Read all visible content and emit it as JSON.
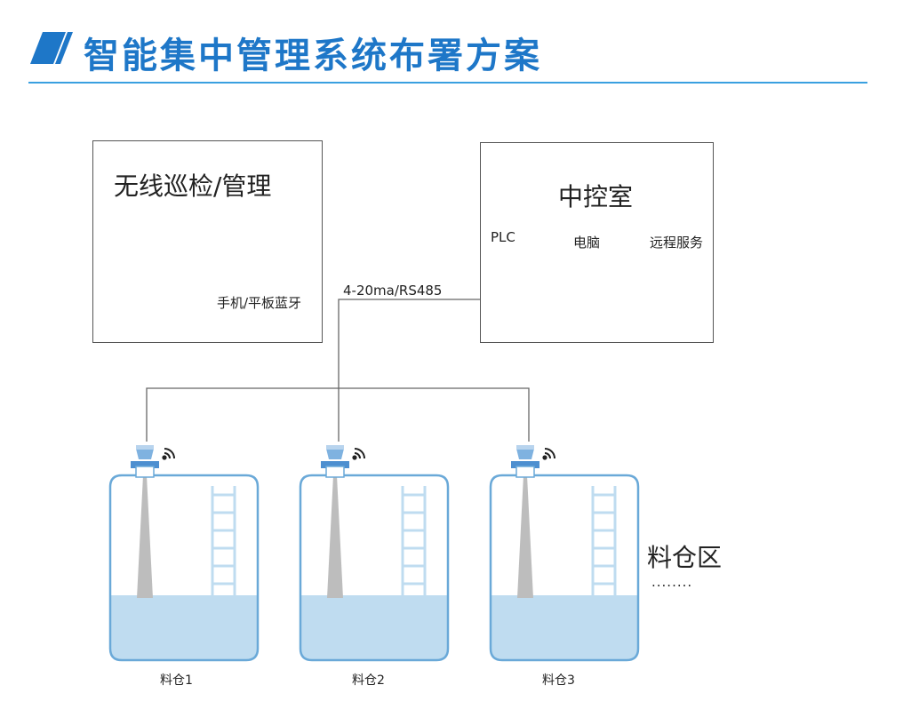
{
  "header": {
    "title": "智能集中管理系统布署方案"
  },
  "mobile_box": {
    "title": "无线巡检/管理",
    "device_label": "手机/平板蓝牙"
  },
  "control_room": {
    "title": "中控室",
    "items": [
      {
        "label": "PLC",
        "icon": "plc-icon"
      },
      {
        "label": "电脑",
        "icon": "computer-icon"
      },
      {
        "label": "远程服务",
        "icon": "router-icon"
      }
    ]
  },
  "link_label": "4-20ma/RS485",
  "silo_area": {
    "label": "料仓区",
    "ellipsis": "........"
  },
  "silos": [
    {
      "label": "料仓1"
    },
    {
      "label": "料仓2"
    },
    {
      "label": "料仓3"
    }
  ],
  "colors": {
    "accent": "#1e77c8",
    "rule": "#3aa0e0",
    "tank_stroke": "#6aa9d8",
    "liquid": "#bfdcf0"
  }
}
